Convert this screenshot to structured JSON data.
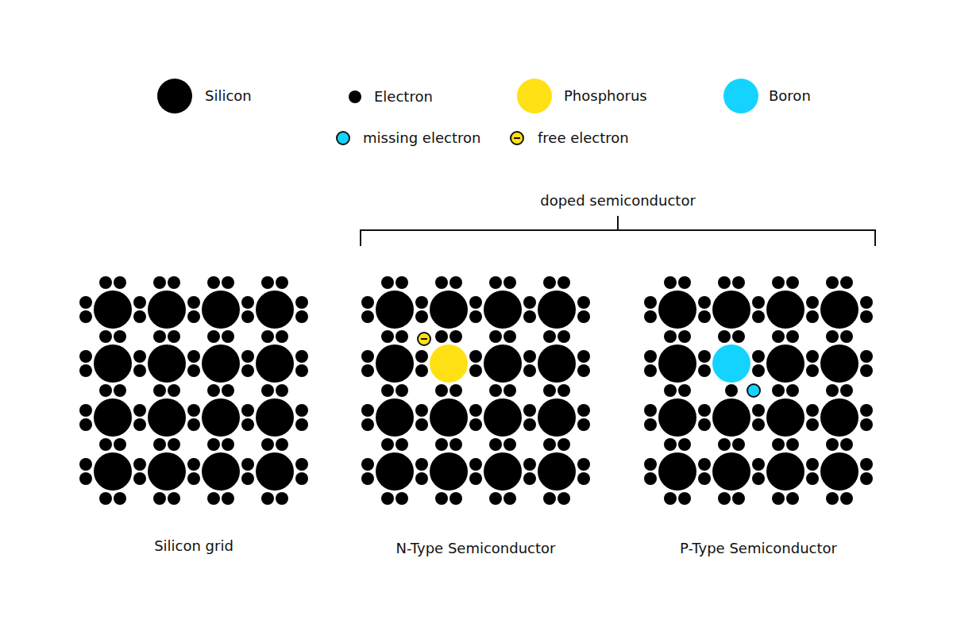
{
  "diagram": {
    "labels": [
      "doped semiconductor",
      "Silicon grid",
      "N-Type Semiconductor",
      "P-Type Semiconductor"
    ],
    "legend": [
      {
        "text": "Silicon",
        "color": "#000000"
      },
      {
        "text": "Electron",
        "color": "#000000"
      },
      {
        "text": "Phosphorus",
        "color": "#ffe014"
      },
      {
        "text": "Boron",
        "color": "#14d4ff"
      },
      {
        "text": "missing electron"
      },
      {
        "text": "free electron"
      }
    ]
  }
}
